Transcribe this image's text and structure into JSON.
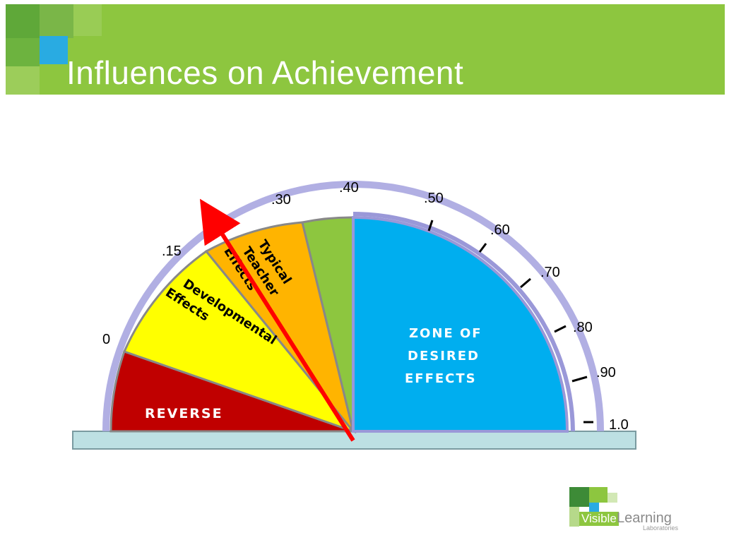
{
  "title": "Influences on Achievement",
  "gauge": {
    "zones": [
      {
        "label": "REVERSE",
        "from": -0.15,
        "to": 0,
        "color": "#c00000"
      },
      {
        "label": "Developmental Effects",
        "from": 0,
        "to": 0.15,
        "color": "#ffff00"
      },
      {
        "label": "Typical Teacher Effects",
        "from": 0.15,
        "to": 0.3,
        "color": "#ffb400"
      },
      {
        "label": "",
        "from": 0.3,
        "to": 0.4,
        "color": "#8dc63f"
      },
      {
        "label": "ZONE OF DESIRED EFFECTS",
        "from": 0.4,
        "to": 1.0,
        "color": "#00aeef"
      }
    ],
    "ticks": [
      "0",
      ".15",
      ".30",
      ".40",
      ".50",
      ".60",
      ".70",
      ".80",
      ".90",
      "1.0"
    ],
    "reverse_label": "REVERSE",
    "dev_line1": "Developmental",
    "dev_line2": "Effects",
    "tte_line1": "Typical",
    "tte_line2": "Teacher",
    "tte_line3": "Effects",
    "zone_line1": "ZONE OF",
    "zone_line2": "DESIRED",
    "zone_line3": "EFFECTS",
    "arrow_color": "#ff0000"
  },
  "logo": {
    "visible": "Visible",
    "learning": "Learning",
    "laboratories": "Laboratories"
  }
}
